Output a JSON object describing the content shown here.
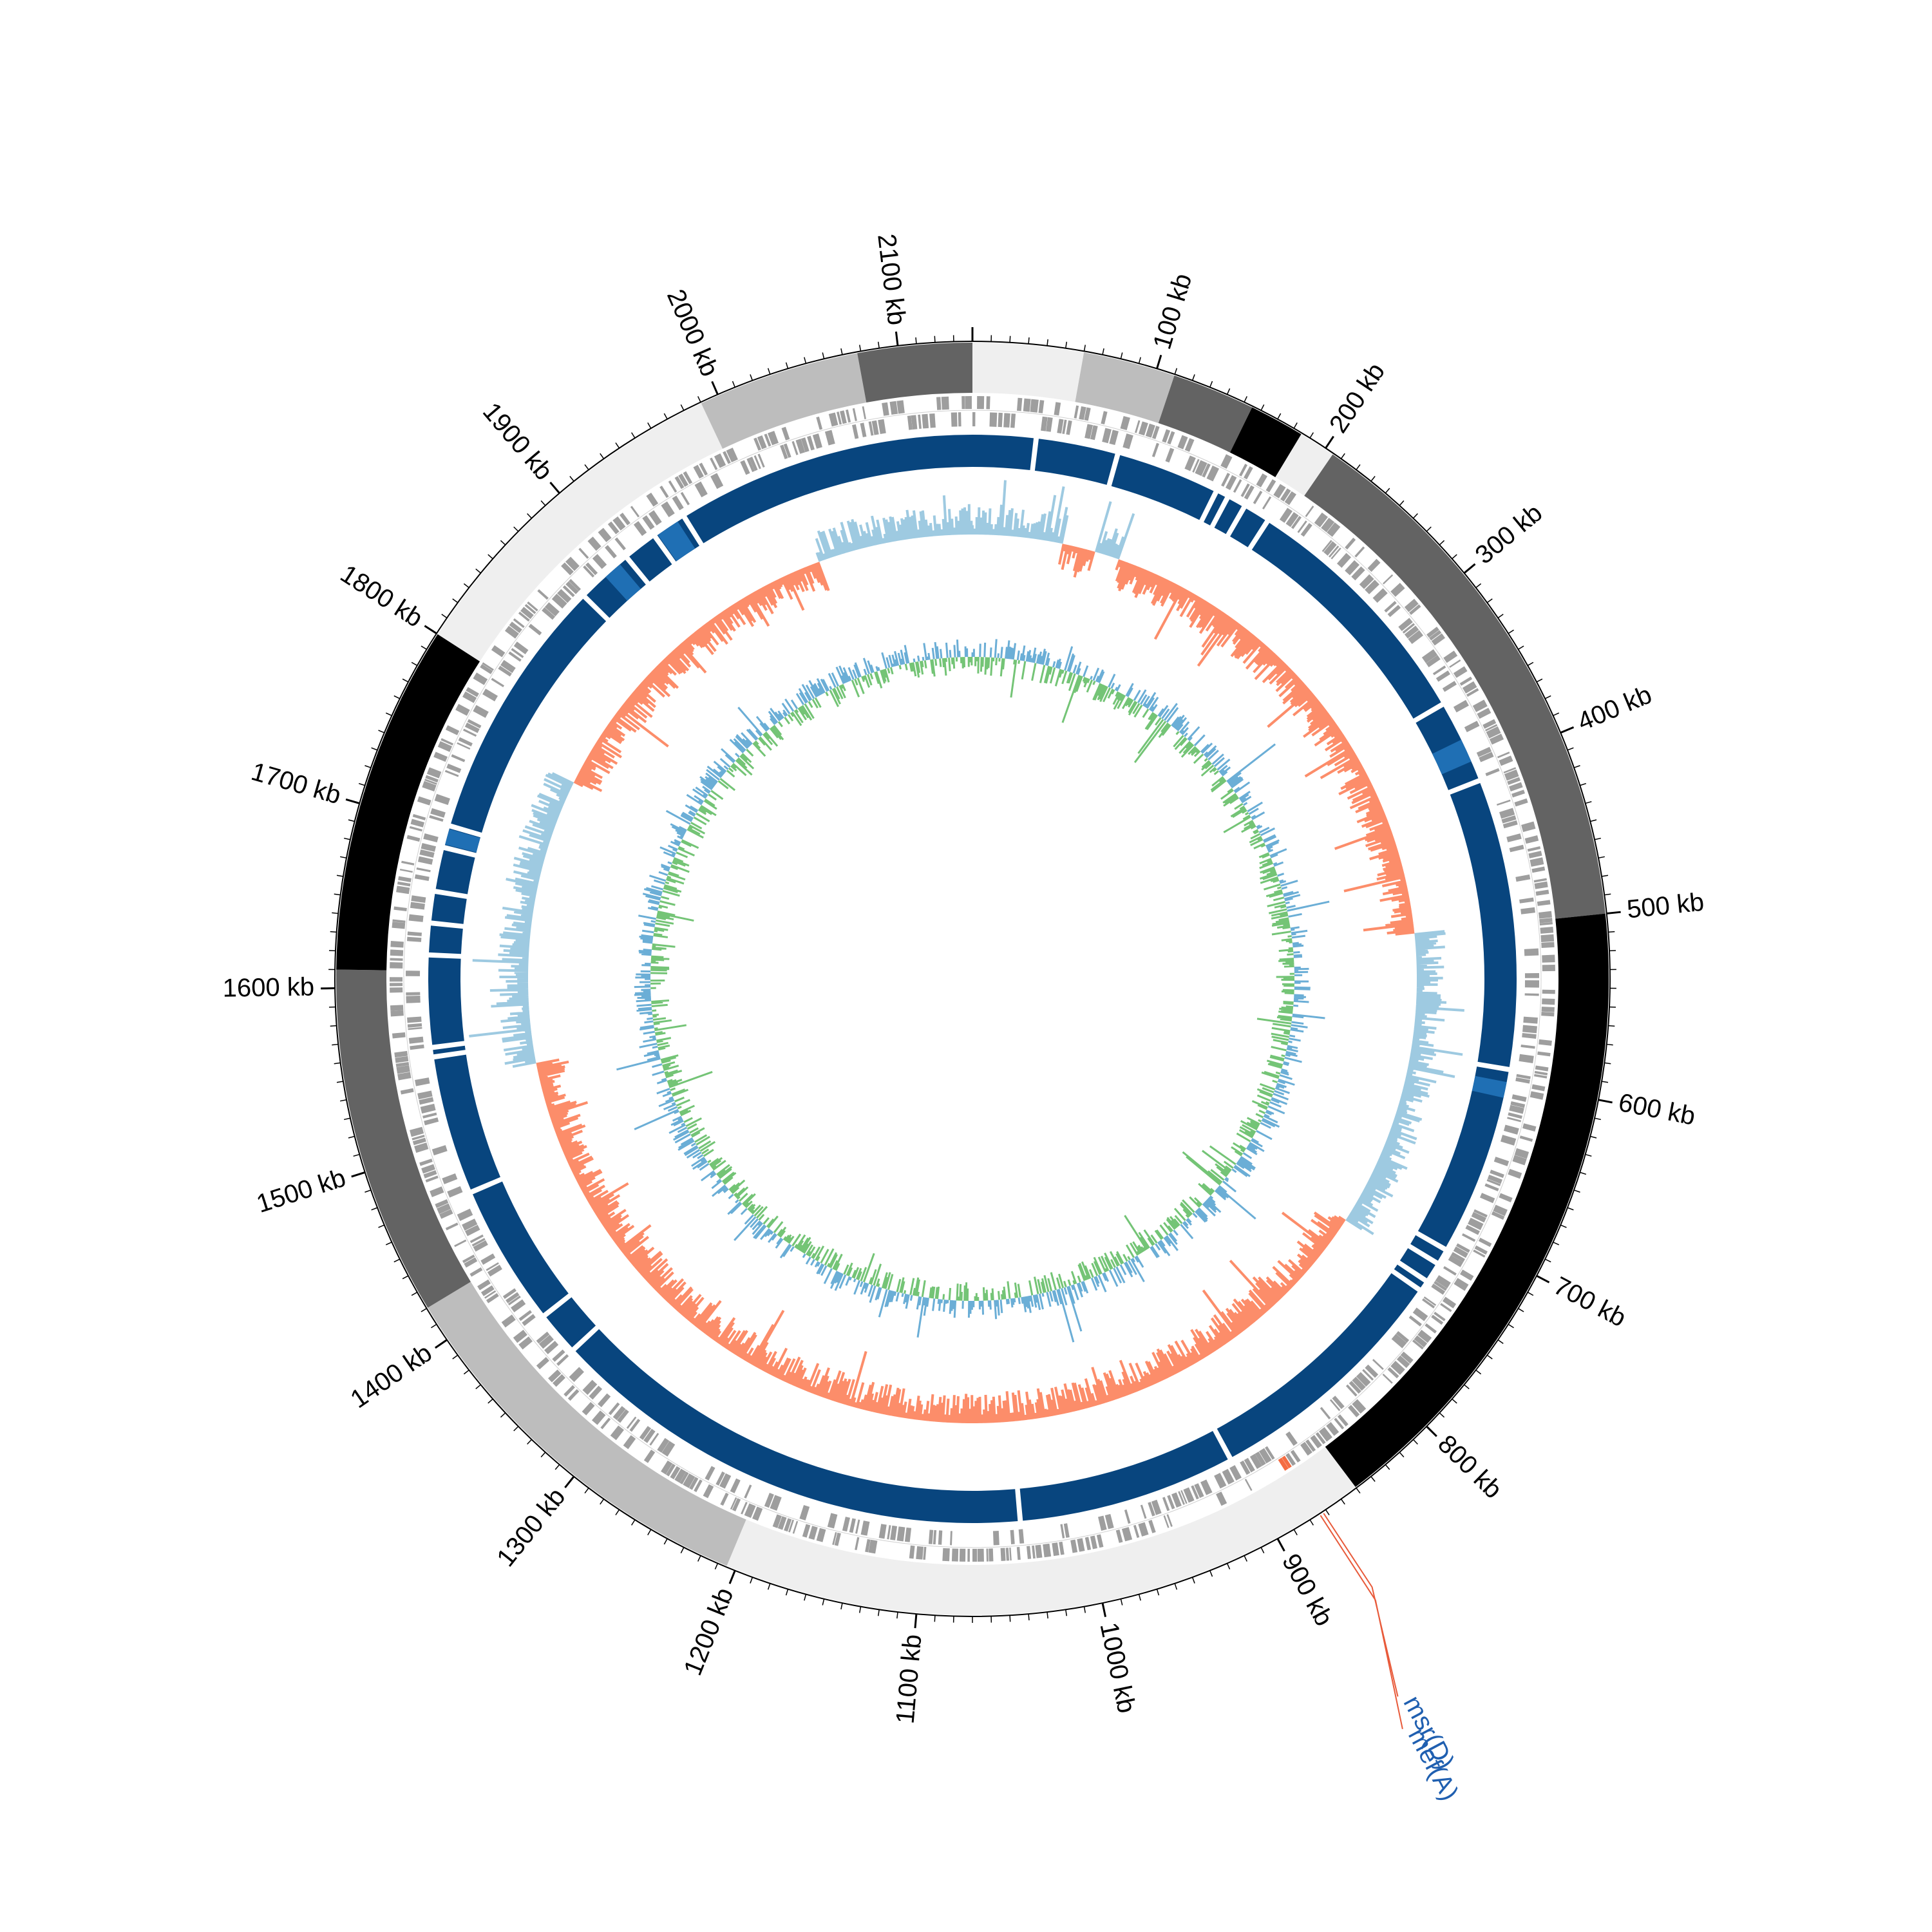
{
  "diagram": {
    "type": "circular-genome-map",
    "genome_length_kb": 2140,
    "colors": {
      "contig_light": "#efefef",
      "contig_mid": "#bdbdbd",
      "contig_dark": "#636363",
      "contig_black": "#000000",
      "cds": "#9e9e9e",
      "resistance_gene": "#f46d43",
      "blast_dark": "#08457e",
      "blast_mid": "#1f6fb4",
      "gc_content_high": "#9ecae1",
      "gc_content_low": "#fc8d6a",
      "gc_skew_pos": "#6baed6",
      "gc_skew_neg": "#74c476",
      "label_line": "#e85a3a"
    },
    "scale_labels": [
      {
        "kb": 100,
        "text": "100 kb"
      },
      {
        "kb": 200,
        "text": "200 kb"
      },
      {
        "kb": 300,
        "text": "300 kb"
      },
      {
        "kb": 400,
        "text": "400 kb"
      },
      {
        "kb": 500,
        "text": "500 kb"
      },
      {
        "kb": 600,
        "text": "600 kb"
      },
      {
        "kb": 700,
        "text": "700 kb"
      },
      {
        "kb": 800,
        "text": "800 kb"
      },
      {
        "kb": 900,
        "text": "900 kb"
      },
      {
        "kb": 1000,
        "text": "1000 kb"
      },
      {
        "kb": 1100,
        "text": "1100 kb"
      },
      {
        "kb": 1200,
        "text": "1200 kb"
      },
      {
        "kb": 1300,
        "text": "1300 kb"
      },
      {
        "kb": 1400,
        "text": "1400 kb"
      },
      {
        "kb": 1500,
        "text": "1500 kb"
      },
      {
        "kb": 1600,
        "text": "1600 kb"
      },
      {
        "kb": 1700,
        "text": "1700 kb"
      },
      {
        "kb": 1800,
        "text": "1800 kb"
      },
      {
        "kb": 1900,
        "text": "1900 kb"
      },
      {
        "kb": 2000,
        "text": "2000 kb"
      },
      {
        "kb": 2100,
        "text": "2100 kb"
      }
    ],
    "contigs": [
      {
        "start": 0,
        "end": 60,
        "shade": "contig_light"
      },
      {
        "start": 60,
        "end": 110,
        "shade": "contig_mid"
      },
      {
        "start": 110,
        "end": 155,
        "shade": "contig_dark"
      },
      {
        "start": 155,
        "end": 185,
        "shade": "contig_black"
      },
      {
        "start": 185,
        "end": 205,
        "shade": "contig_light"
      },
      {
        "start": 205,
        "end": 500,
        "shade": "contig_dark"
      },
      {
        "start": 500,
        "end": 850,
        "shade": "contig_black"
      },
      {
        "start": 850,
        "end": 1205,
        "shade": "contig_light"
      },
      {
        "start": 1205,
        "end": 1420,
        "shade": "contig_mid"
      },
      {
        "start": 1420,
        "end": 1610,
        "shade": "contig_dark"
      },
      {
        "start": 1610,
        "end": 1800,
        "shade": "contig_black"
      },
      {
        "start": 1800,
        "end": 1990,
        "shade": "contig_light"
      },
      {
        "start": 1990,
        "end": 2078,
        "shade": "contig_mid"
      },
      {
        "start": 2078,
        "end": 2140,
        "shade": "contig_dark"
      }
    ],
    "blast_gaps_kb": [
      40,
      92,
      158,
      166,
      178,
      195,
      355,
      408,
      592,
      712,
      722,
      735,
      742,
      902,
      1040,
      1350,
      1378,
      1468,
      1556,
      1562,
      1620,
      1640,
      1660,
      1688,
      1702,
      1870,
      1906,
      1928,
      1950
    ],
    "resistance_genes": [
      {
        "kb": 872,
        "text": "msr(D)"
      },
      {
        "kb": 874,
        "text": "mef(A)"
      }
    ]
  }
}
